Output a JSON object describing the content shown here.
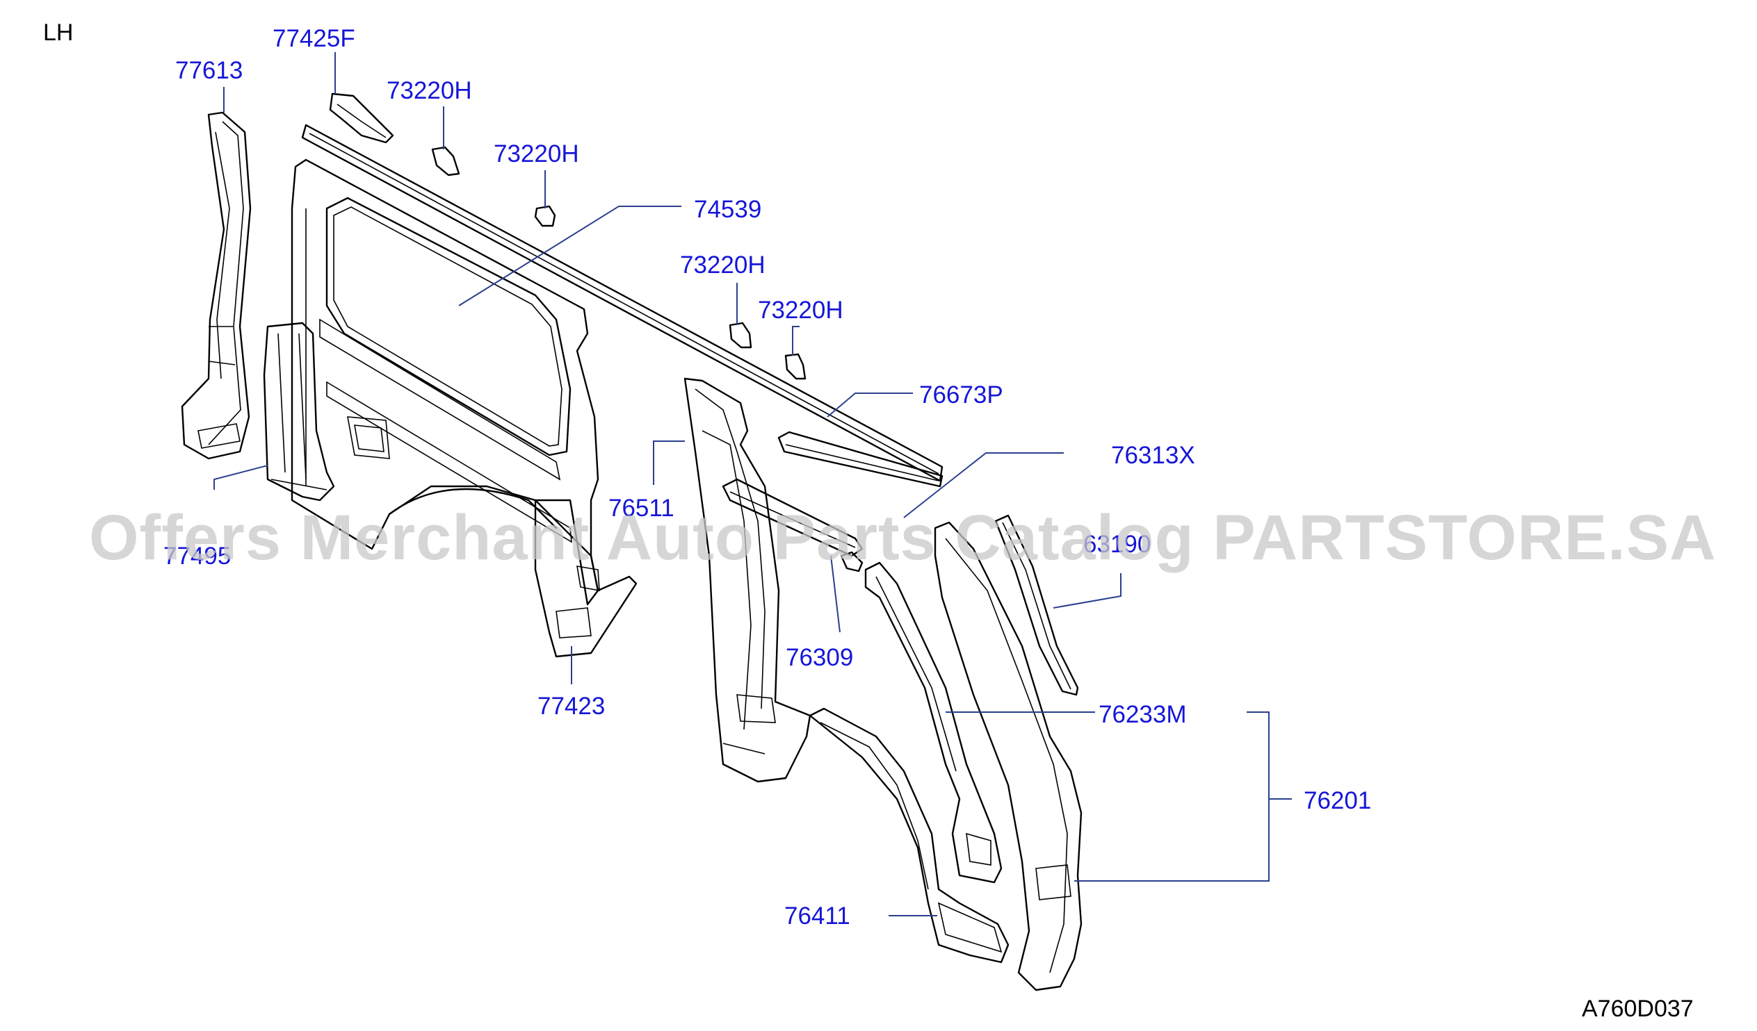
{
  "side_label": "LH",
  "diagram_code": "A760D037",
  "watermark": "Offers Merchant Auto Parts Catalog PARTSTORE.SA",
  "colors": {
    "label": "#1515d8",
    "leader": "#2a3f8f",
    "line": "#000000",
    "watermark": "#c8c8c8"
  },
  "parts": [
    {
      "id": "77425F"
    },
    {
      "id": "77613"
    },
    {
      "id": "73220H"
    },
    {
      "id": "73220H"
    },
    {
      "id": "74539"
    },
    {
      "id": "73220H"
    },
    {
      "id": "73220H"
    },
    {
      "id": "76673P"
    },
    {
      "id": "76313X"
    },
    {
      "id": "76511"
    },
    {
      "id": "77495"
    },
    {
      "id": "63190"
    },
    {
      "id": "76309"
    },
    {
      "id": "77423"
    },
    {
      "id": "76233M"
    },
    {
      "id": "76201"
    },
    {
      "id": "76411"
    }
  ]
}
